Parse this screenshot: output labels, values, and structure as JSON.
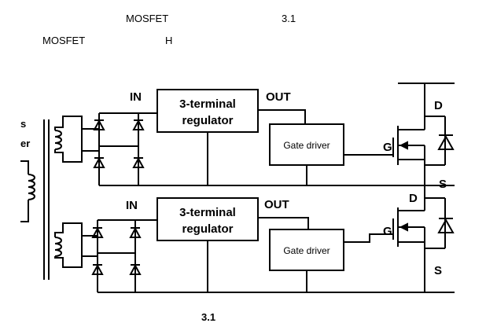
{
  "header": {
    "text_mosfet_1": "MOSFET",
    "text_num_1": "3.1",
    "text_mosfet_2": "MOSFET",
    "text_h": "H"
  },
  "diagram": {
    "block_regulator_line1": "3-terminal",
    "block_regulator_line2": "regulator",
    "block_driver": "Gate driver",
    "label_in": "IN",
    "label_out": "OUT",
    "label_g": "G",
    "label_d": "D",
    "label_s": "S",
    "edge_text_1": "s",
    "edge_text_2": "er"
  },
  "caption": "3.1"
}
